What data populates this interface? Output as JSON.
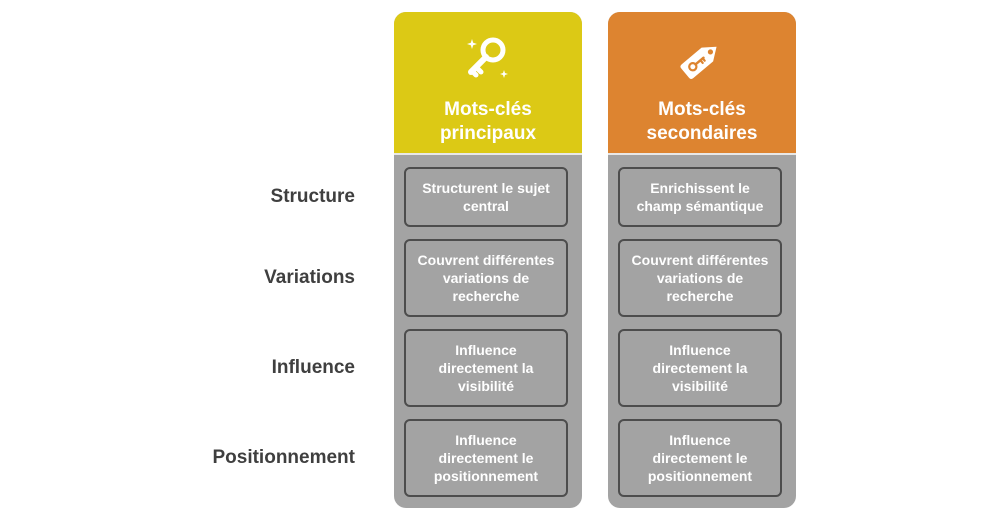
{
  "colors": {
    "primary_header": "#dcc915",
    "secondary_header": "#dd8430",
    "cell_bg": "#a3a3a3",
    "cell_border": "#4d4d4d",
    "label_text": "#3f3f3f"
  },
  "rows": {
    "structure": "Structure",
    "variations": "Variations",
    "influence": "Influence",
    "positionnement": "Positionnement"
  },
  "columns": {
    "primary": {
      "icon": "key-icon",
      "title_line1": "Mots-clés",
      "title_line2": "principaux",
      "cells": {
        "structure": "Structurent le sujet central",
        "variations": "Couvrent différentes variations de recherche",
        "influence": "Influence directement la visibilité",
        "positionnement": "Influence directement le positionnement"
      }
    },
    "secondary": {
      "icon": "tag-key-icon",
      "title_line1": "Mots-clés",
      "title_line2": "secondaires",
      "cells": {
        "structure": "Enrichissent le champ sémantique",
        "variations": "Couvrent différentes variations de recherche",
        "influence": "Influence directement la visibilité",
        "positionnement": "Influence directement le positionnement"
      }
    }
  }
}
